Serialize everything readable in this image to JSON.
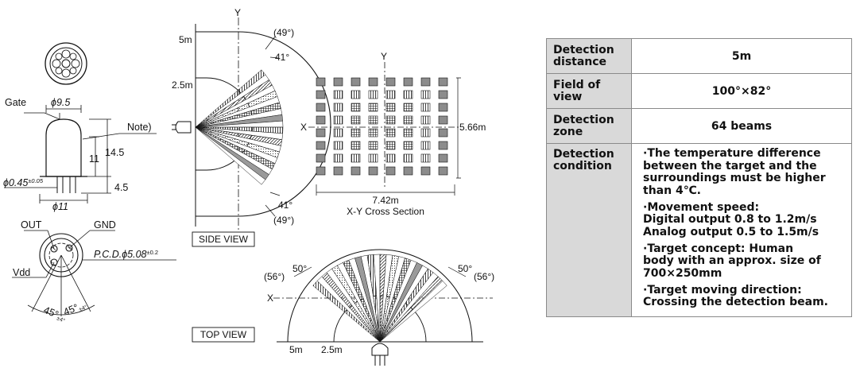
{
  "dimensions": {
    "lens_diameter": "ϕ9.5",
    "pin_diameter": "ϕ0.45",
    "pin_tolerance": "±0.05",
    "base_width": "ϕ11",
    "height_total": "14.5",
    "height_body": "11",
    "pin_length": "4.5",
    "note": "Note)",
    "gate": "Gate",
    "pin_out": "OUT",
    "pin_gnd": "GND",
    "pin_vdd": "Vdd",
    "pcd": "P.C.D.ϕ5.08",
    "pcd_tolerance": "±0.2",
    "angle_left": "45°",
    "angle_right": "45°",
    "angle_tol": "±4°"
  },
  "side_view": {
    "title": "SIDE VIEW",
    "axis_y": "Y",
    "range_outer": "5m",
    "range_inner": "2.5m",
    "angle_top_outer": "(49°)",
    "angle_top_inner": "41°",
    "angle_bottom_inner": "41°",
    "angle_bottom_outer": "(49°)"
  },
  "cross_section": {
    "axis_y": "Y",
    "axis_x": "X",
    "height": "5.66m",
    "width": "7.42m",
    "caption": "X-Y Cross Section"
  },
  "top_view": {
    "title": "TOP VIEW",
    "axis_x": "X",
    "range_outer": "5m",
    "range_inner": "2.5m",
    "angle_left_outer": "(56°)",
    "angle_left_inner": "50°",
    "angle_right_inner": "50°",
    "angle_right_outer": "(56°)"
  },
  "specs": {
    "distance": {
      "label": "Detection distance",
      "value": "5m"
    },
    "fov": {
      "label": "Field of view",
      "value": "100°×82°"
    },
    "zone": {
      "label": "Detection zone",
      "value": "64 beams"
    },
    "condition": {
      "label": "Detection condition",
      "items": [
        [
          "·The temperature difference",
          "between the target and the",
          "surroundings must be higher",
          "than 4℃."
        ],
        [
          "·Movement speed:",
          "Digital output 0.8 to 1.2m/s",
          "Analog output 0.5 to 1.5m/s"
        ],
        [
          "·Target concept: Human",
          "body with an approx. size of",
          "700×250mm"
        ],
        [
          "·Target moving direction:",
          "Crossing the detection beam."
        ]
      ]
    }
  },
  "colors": {
    "table_header_bg": "#d9d9d9",
    "table_border": "#8a8a8a",
    "line": "#111111"
  }
}
